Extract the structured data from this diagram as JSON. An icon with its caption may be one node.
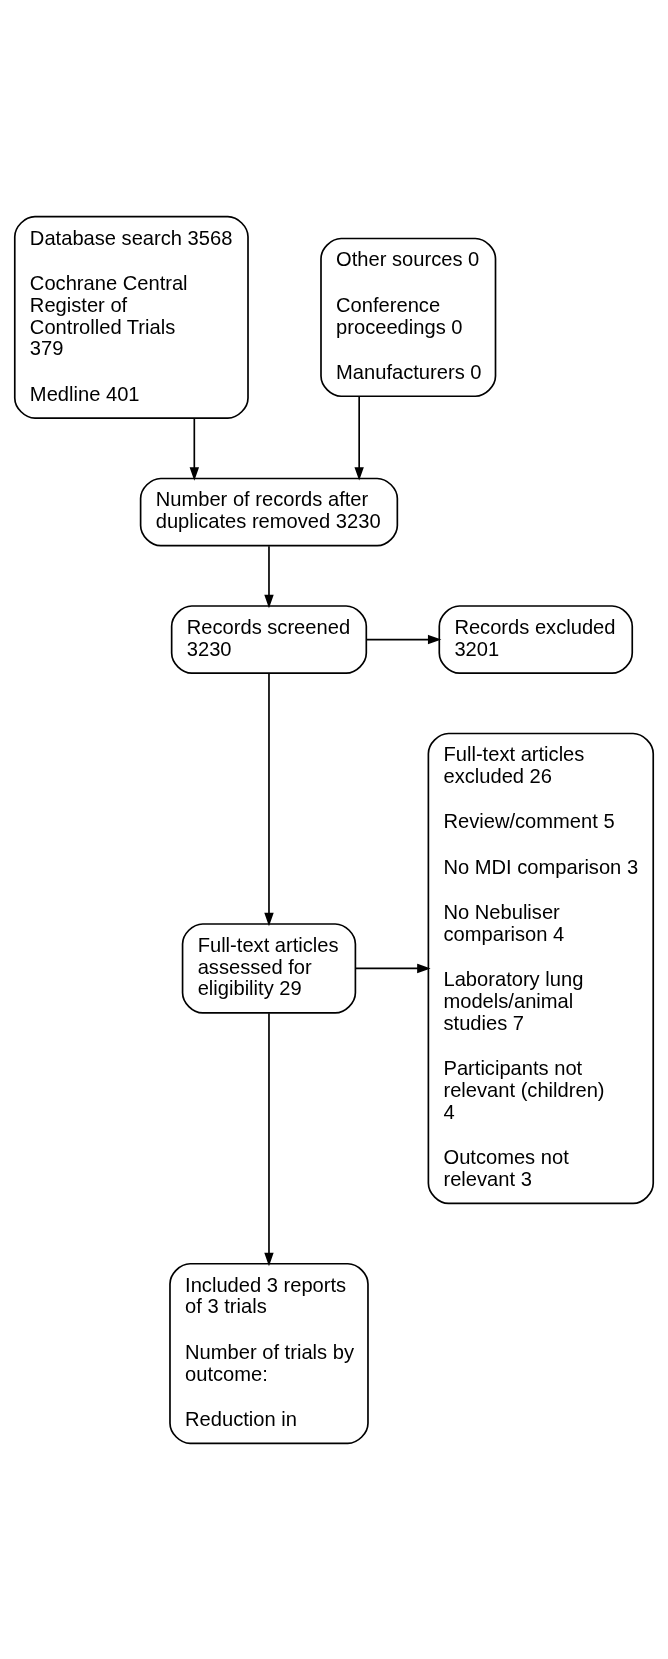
{
  "diagram": {
    "nodes": [
      {
        "text": [
          "Database search 3568",
          "Cochrane Central Register of Controlled Trials 379",
          "Medline 401"
        ]
      },
      {
        "text": [
          "Other sources 0",
          "Conference proceedings 0",
          "Manufacturers 0"
        ]
      },
      {
        "text": [
          "Number of records after duplicates removed 3230"
        ]
      },
      {
        "text": [
          "Records screened 3230"
        ]
      },
      {
        "text": [
          "Records excluded 3201"
        ]
      },
      {
        "text": [
          "Full-text articles assessed for eligibility 29"
        ]
      },
      {
        "text": [
          "Full-text articles excluded 26",
          "Review/comment 5",
          "No MDI comparison 3",
          "No Nebuliser comparison 4",
          "Laboratory lung models/animal studies 7",
          "Participants not relevant (children) 4",
          "Outcomes not relevant 3"
        ]
      },
      {
        "text": [
          "Included 3 reports of 3 trials",
          "Number of trials by outcome:",
          "Reduction in"
        ]
      }
    ],
    "edges": [
      {
        "from": 0,
        "to": 2,
        "arrow": "to"
      },
      {
        "from": 1,
        "to": 2,
        "arrow": "to"
      },
      {
        "from": 2,
        "to": 3,
        "arrow": "to"
      },
      {
        "from": 3,
        "to": 4,
        "arrow": "to"
      },
      {
        "from": 3,
        "to": 5,
        "arrow": "to"
      },
      {
        "from": 5,
        "to": 6,
        "arrow": "to"
      },
      {
        "from": 5,
        "to": 7,
        "arrow": "to"
      }
    ]
  }
}
